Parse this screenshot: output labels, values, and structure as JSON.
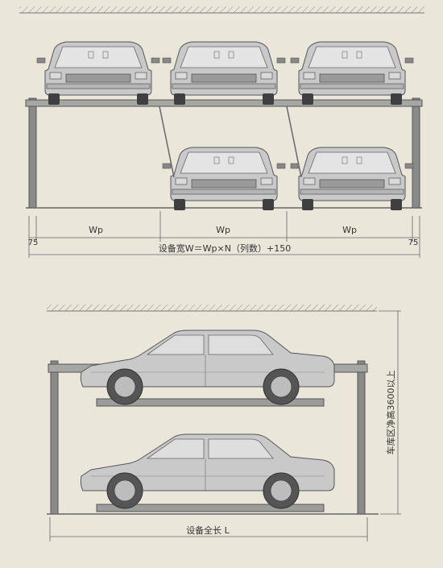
{
  "front_view": {
    "bay_width_label": "Wp",
    "edge_offset_left": "75",
    "edge_offset_right": "75",
    "total_width_formula": "设备宽W＝Wp×N（列数）+150"
  },
  "side_view": {
    "total_length_label": "设备全长 L",
    "clear_height_label": "车库区净高3600以上"
  },
  "colors": {
    "background": "#eae6da",
    "steel": "#8a8a88",
    "car_body": "#c9c9c9",
    "car_outline": "#555555",
    "dimension_line": "#666666"
  }
}
